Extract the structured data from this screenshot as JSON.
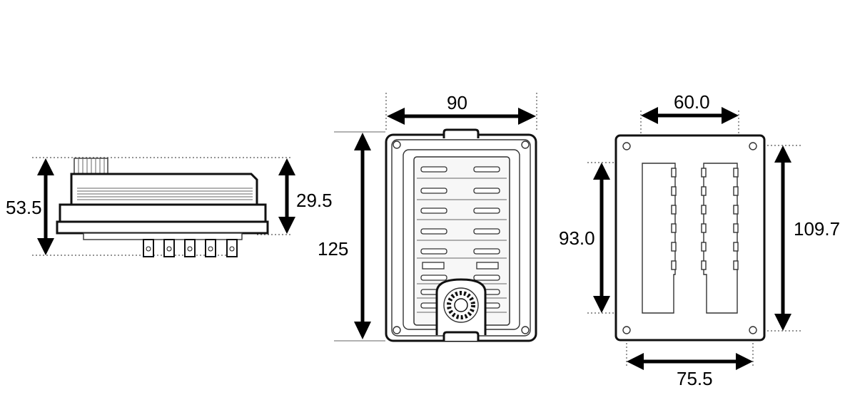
{
  "dimensions": {
    "side_total_height": "53.5",
    "side_body_height": "29.5",
    "front_width": "90",
    "front_height": "125",
    "rear_slot_span": "60.0",
    "rear_inner_height": "93.0",
    "rear_hole_height": "109.7",
    "rear_hole_width": "75.5"
  }
}
